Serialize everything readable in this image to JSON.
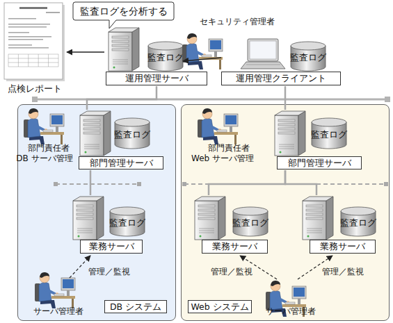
{
  "diagram": {
    "nodes": [
      {
        "text": [
          "監査ログを分析する"
        ]
      },
      {
        "text": [
          "点検レポート"
        ]
      },
      {
        "text": [
          "運用管理サーバ"
        ]
      },
      {
        "text": [
          "監査ログ"
        ]
      },
      {
        "text": [
          "運用管理クライアント"
        ]
      },
      {
        "text": [
          "監査ログ"
        ]
      },
      {
        "text": [
          "DB システム"
        ]
      },
      {
        "text": [
          "部門管理サーバ"
        ],
        "in": 6
      },
      {
        "text": [
          "監査ログ"
        ],
        "in": 6
      },
      {
        "text": [
          "業務サーバ"
        ],
        "in": 6
      },
      {
        "text": [
          "監査ログ"
        ],
        "in": 6
      },
      {
        "text": [
          "Web システム"
        ]
      },
      {
        "text": [
          "部門管理サーバ"
        ],
        "in": 11
      },
      {
        "text": [
          "監査ログ"
        ],
        "in": 11
      },
      {
        "text": [
          "業務サーバ"
        ],
        "in": 11
      },
      {
        "text": [
          "監査ログ"
        ],
        "in": 11
      },
      {
        "text": [
          "業務サーバ"
        ],
        "in": 11
      },
      {
        "text": [
          "監査ログ"
        ],
        "in": 11
      }
    ],
    "edges": [
      {
        "from": 2,
        "to": 1,
        "arrow": "to"
      },
      {
        "from": 4,
        "to": 3,
        "arrow": "to"
      },
      {
        "from": 2,
        "to": 7,
        "arrow": "none"
      },
      {
        "from": 4,
        "to": 12,
        "arrow": "none"
      },
      {
        "from": 7,
        "to": 9,
        "arrow": "none"
      },
      {
        "from": 12,
        "to": 14,
        "arrow": "none"
      },
      {
        "from": 12,
        "to": 16,
        "arrow": "none"
      }
    ],
    "labels": [
      "セキュリティ管理者",
      "部門責任者 DB サーバ管理",
      "部門責任者 Web サーバ管理",
      "管理／監視",
      "管理／監視",
      "管理／監視",
      "サーバ管理者",
      "サーバ管理者"
    ]
  }
}
